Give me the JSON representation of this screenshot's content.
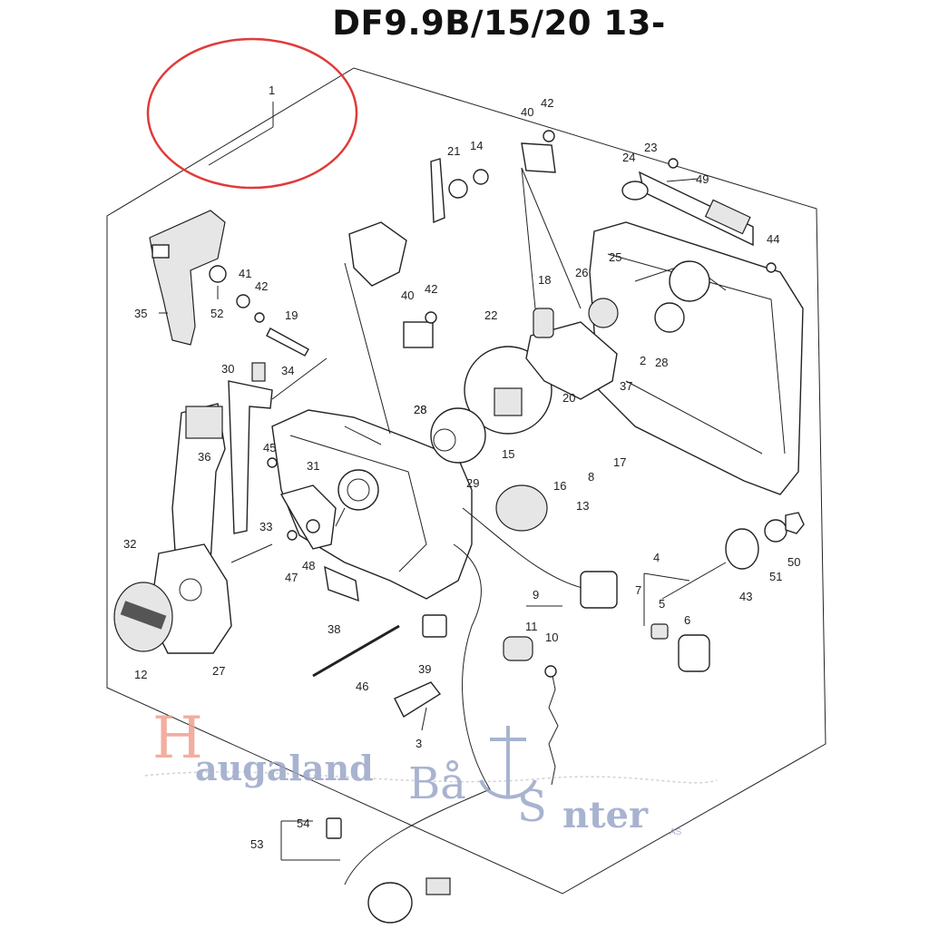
{
  "title": "DF9.9B/15/20 13-",
  "highlight_color": "#e03a3a",
  "watermark": {
    "text_1": "augaland",
    "initial_1": "H",
    "text_2": "Bå",
    "text_3": "S",
    "text_4": "nter",
    "suffix": "AS",
    "color_red": "#f0a090",
    "color_blue": "#9aa6c8"
  },
  "callouts": [
    "1",
    "42",
    "40",
    "21",
    "14",
    "24",
    "23",
    "49",
    "44",
    "41",
    "42",
    "19",
    "35",
    "52",
    "40",
    "42",
    "18",
    "22",
    "26",
    "25",
    "30",
    "34",
    "28",
    "2",
    "28",
    "37",
    "20",
    "45",
    "36",
    "31",
    "28",
    "15",
    "16",
    "8",
    "17",
    "29",
    "13",
    "33",
    "47",
    "48",
    "4",
    "7",
    "5",
    "9",
    "11",
    "10",
    "6",
    "51",
    "50",
    "43",
    "32",
    "38",
    "39",
    "46",
    "27",
    "12",
    "3",
    "54",
    "53"
  ]
}
